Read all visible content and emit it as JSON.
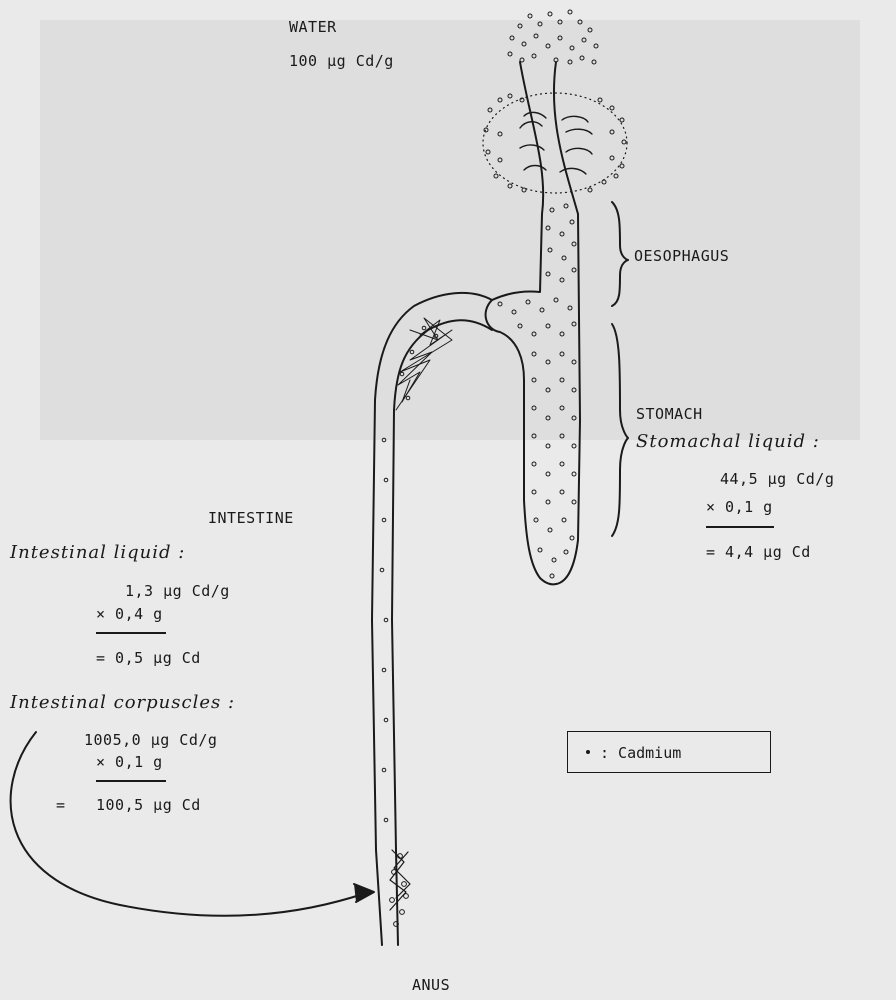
{
  "water": {
    "title": "WATER",
    "concentration": "100 µg Cd/g"
  },
  "organs": {
    "oesophagus": "OESOPHAGUS",
    "stomach": "STOMACH",
    "intestine": "INTESTINE",
    "anus": "ANUS"
  },
  "stomachal_liquid": {
    "heading": "Stomachal liquid :",
    "line1": "44,5 µg Cd/g",
    "line2": "× 0,1 g",
    "result": "= 4,4 µg Cd"
  },
  "intestinal_liquid": {
    "heading": "Intestinal liquid :",
    "line1": "1,3 µg Cd/g",
    "line2": "× 0,4 g",
    "result": "= 0,5 µg Cd"
  },
  "intestinal_corpuscles": {
    "heading": "Intestinal corpuscles :",
    "line1": "1005,0 µg Cd/g",
    "line2": "× 0,1 g",
    "result_eq": "=",
    "result_value": "100,5 µg Cd"
  },
  "legend": {
    "symbol": "•",
    "label": ": Cadmium"
  },
  "colors": {
    "ink": "#1a1a1a",
    "paper": "#eaeaea"
  }
}
